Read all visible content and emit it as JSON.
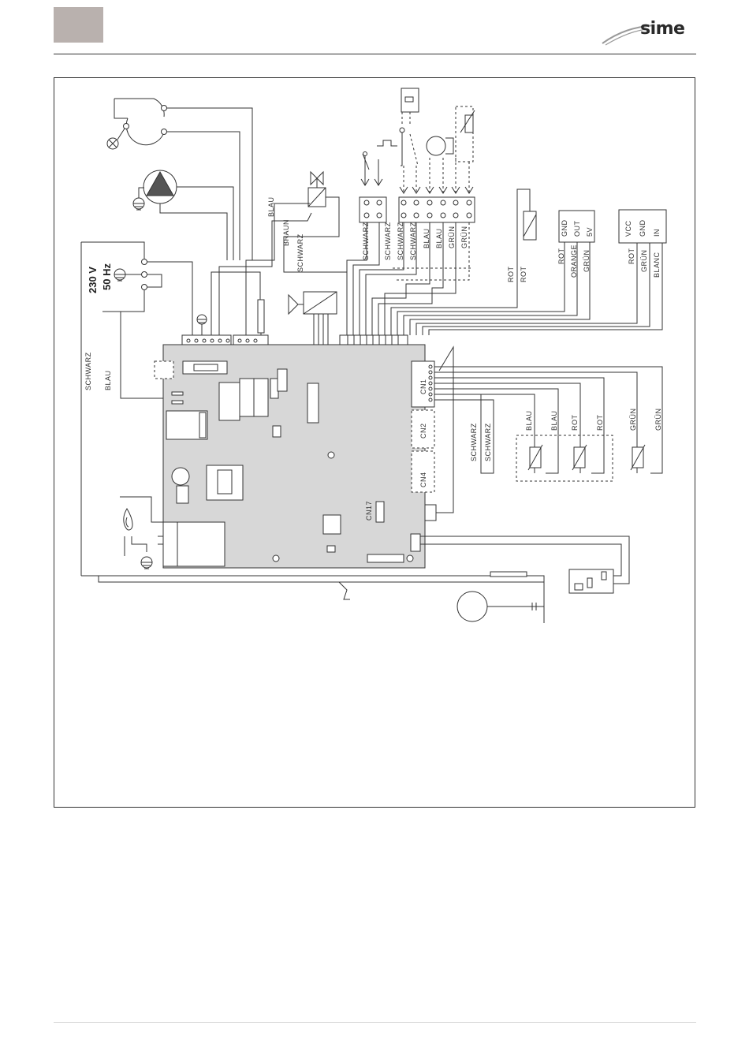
{
  "header": {
    "brand": "sime"
  },
  "diagram": {
    "power": {
      "voltage": "230 V",
      "frequency": "50 Hz"
    },
    "wire_labels": {
      "schwarz_left": "SCHWARZ",
      "blau_left": "BLAU",
      "valve_blau": "BLAU",
      "valve_braun": "BRAUN",
      "valve_schwarz": "SCHWARZ",
      "t1": "SCHWARZ",
      "t2": "SCHWARZ",
      "t3": "SCHWARZ",
      "t4": "SCHWARZ",
      "t5": "BLAU",
      "t6": "BLAU",
      "t7": "GRÜN",
      "t8": "GRÜN",
      "rot1": "ROT",
      "rot2": "ROT",
      "sensor_rot": "ROT",
      "sensor_orange": "ORANGE",
      "sensor_gruen": "GRÜN",
      "vcc_rot": "ROT",
      "vcc_gruen": "GRÜN",
      "vcc_blanc": "BLANC",
      "cn1_schwarz1": "SCHWARZ",
      "cn1_schwarz2": "SCHWARZ",
      "cn1_blau1": "BLAU",
      "cn1_blau2": "BLAU",
      "cn1_rot1": "ROT",
      "cn1_rot2": "ROT",
      "cn1_gruen1": "GRÜN",
      "cn1_gruen2": "GRÜN"
    },
    "sensor_box": {
      "line1": "GND",
      "line2": "OUT",
      "line3": "5V"
    },
    "vcc_box": {
      "line1": "VCC",
      "line2": "GND",
      "line3": "IN"
    },
    "connectors": {
      "cn1": "CN1",
      "cn2": "CN2",
      "cn4": "CN4",
      "cn17": "CN17"
    }
  }
}
